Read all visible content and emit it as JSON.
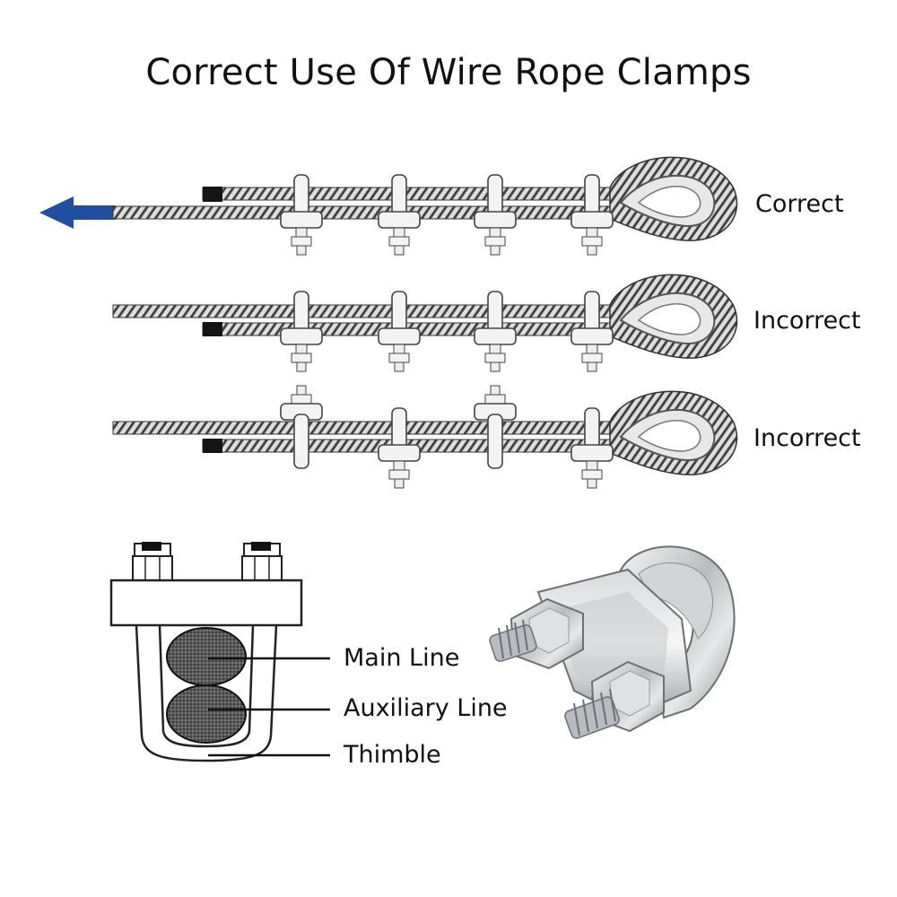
{
  "title": "Correct Use Of Wire Rope Clamps",
  "rows": [
    {
      "label": "Correct"
    },
    {
      "label": "Incorrect"
    },
    {
      "label": "Incorrect"
    }
  ],
  "cross_section": {
    "labels": [
      "Main Line",
      "Auxiliary Line",
      "Thimble"
    ]
  },
  "colors": {
    "arrow": "#1f4fa0",
    "rope_dark": "#3d3d3d",
    "rope_light": "#d8d8d8",
    "end_cap": "#151515"
  }
}
